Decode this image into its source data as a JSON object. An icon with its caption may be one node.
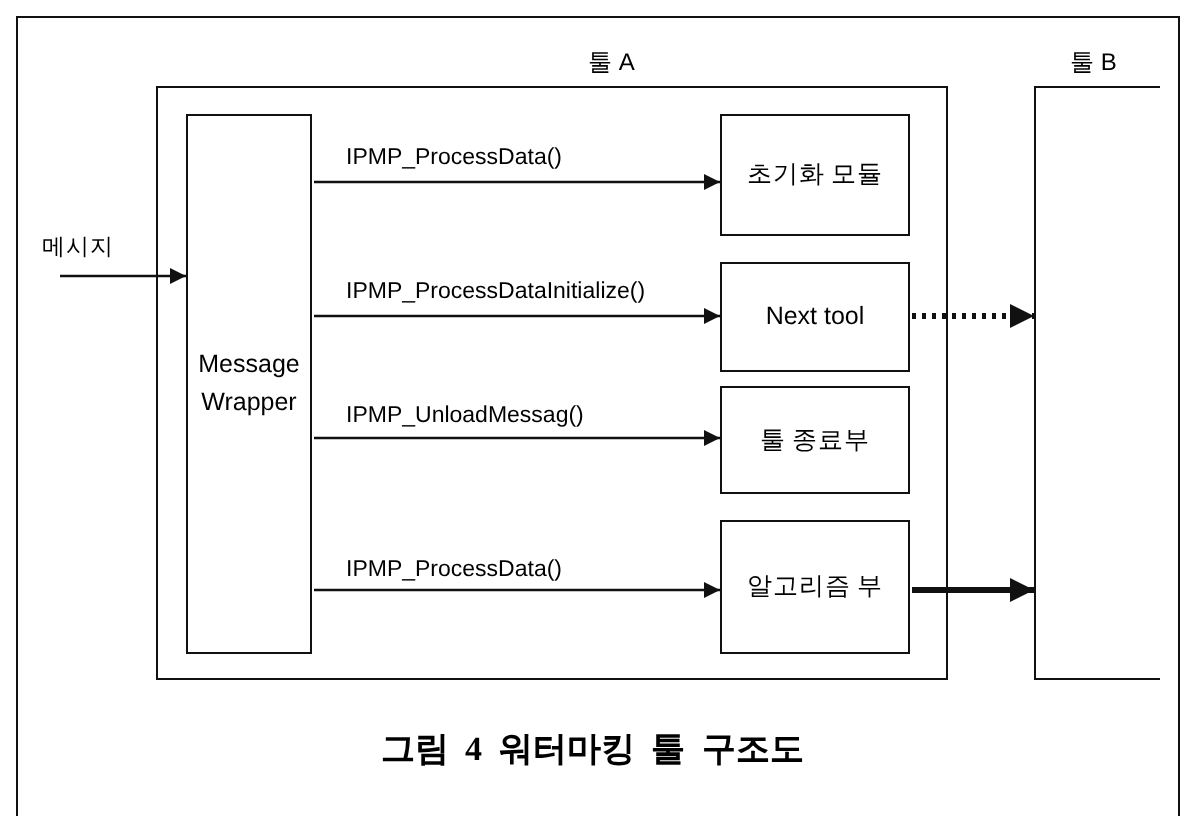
{
  "diagram": {
    "caption": "그림 4 워터마킹 툴 구조도",
    "nodes": [
      {
        "text": [
          "툴 A"
        ]
      },
      {
        "text": [
          "Message Wrapper"
        ],
        "in": 0
      },
      {
        "text": [
          "초기화 모듈"
        ],
        "in": 0
      },
      {
        "text": [
          "Next tool"
        ],
        "in": 0
      },
      {
        "text": [
          "툴 종료부"
        ],
        "in": 0
      },
      {
        "text": [
          "알고리즘 부"
        ],
        "in": 0
      },
      {
        "text": [
          "툴 B"
        ]
      }
    ],
    "edges": [
      {
        "from": null,
        "to": 1,
        "arrow": "to",
        "label": "메시지"
      },
      {
        "from": 1,
        "to": 2,
        "arrow": "to",
        "label": "IPMP_ProcessData()"
      },
      {
        "from": 1,
        "to": 3,
        "arrow": "to",
        "label": "IPMP_ProcessDataInitialize()"
      },
      {
        "from": 1,
        "to": 4,
        "arrow": "to",
        "label": "IPMP_UnloadMessag()"
      },
      {
        "from": 1,
        "to": 5,
        "arrow": "to",
        "label": "IPMP_ProcessData()"
      },
      {
        "from": 3,
        "to": 6,
        "arrow": "to",
        "style": "dashed"
      },
      {
        "from": 5,
        "to": 6,
        "arrow": "to",
        "style": "thick"
      }
    ]
  }
}
